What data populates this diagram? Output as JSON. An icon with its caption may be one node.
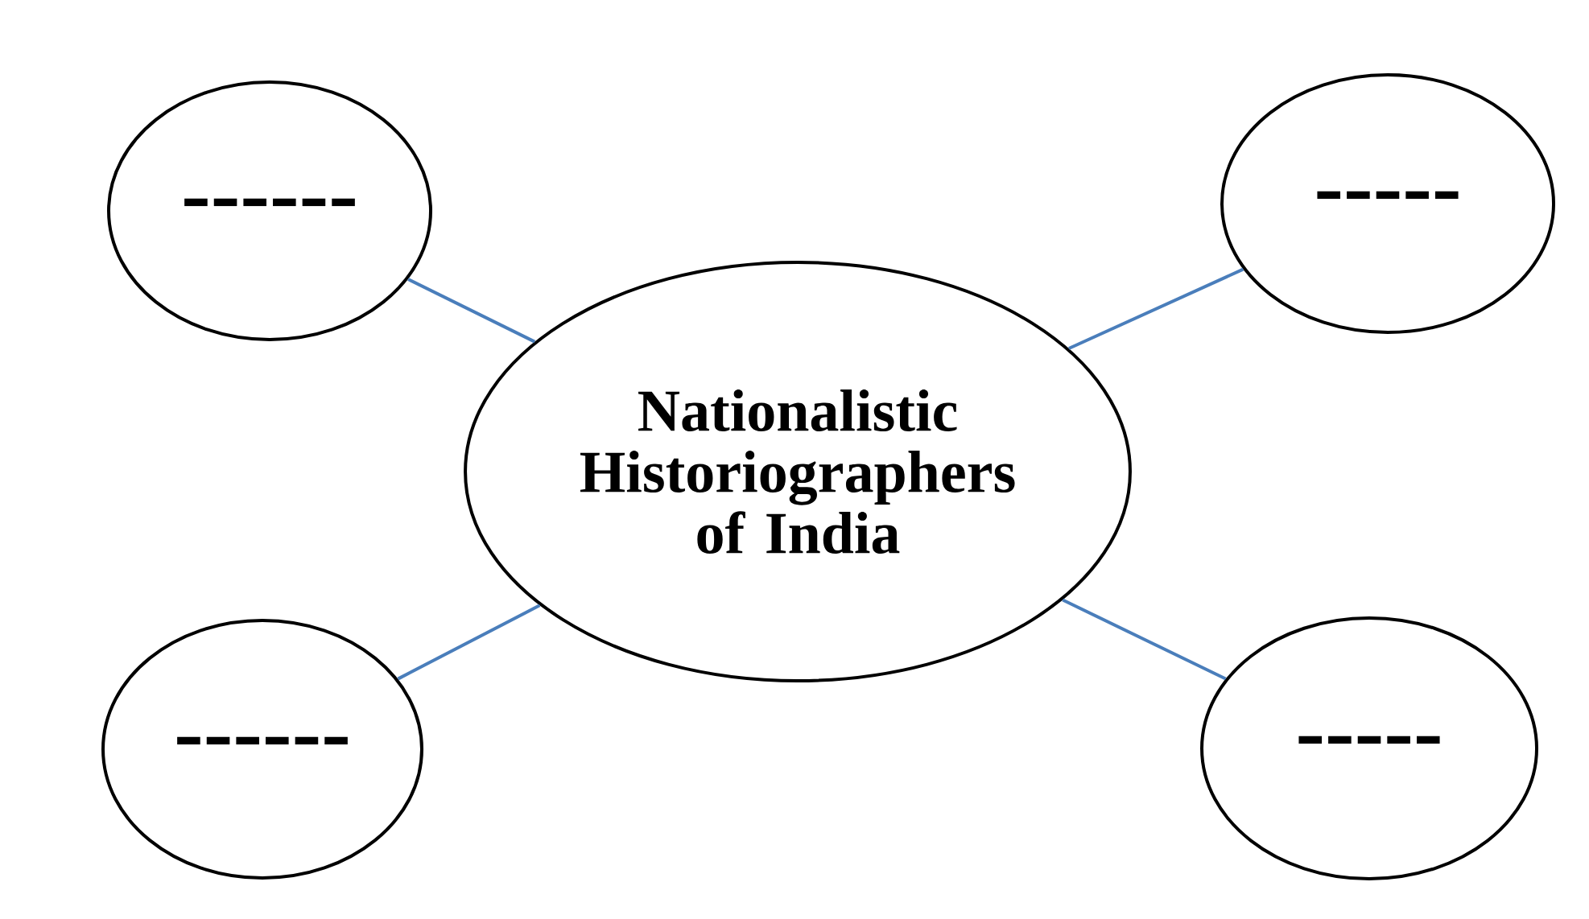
{
  "diagram": {
    "nodes": [
      {
        "text": [
          "------"
        ]
      },
      {
        "text": [
          "-----"
        ]
      },
      {
        "text": [
          "Nationalistic Historiographers of India"
        ]
      },
      {
        "text": [
          "------"
        ]
      },
      {
        "text": [
          "-----"
        ]
      }
    ],
    "edges": [
      {
        "from": 2,
        "to": 0,
        "arrow": "none"
      },
      {
        "from": 2,
        "to": 1,
        "arrow": "none"
      },
      {
        "from": 2,
        "to": 3,
        "arrow": "none"
      },
      {
        "from": 2,
        "to": 4,
        "arrow": "none"
      }
    ]
  }
}
